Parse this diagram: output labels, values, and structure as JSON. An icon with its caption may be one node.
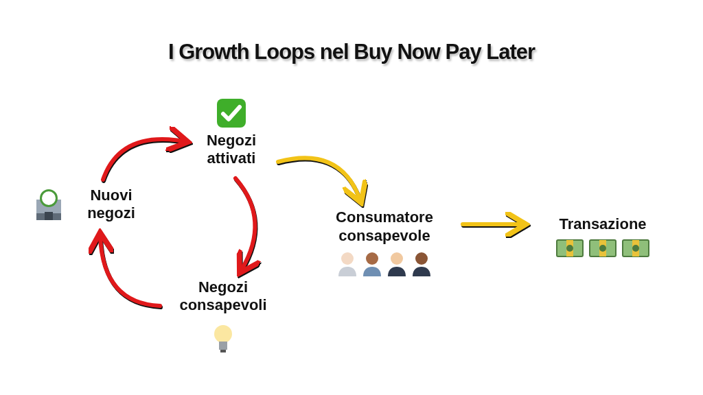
{
  "diagram": {
    "title": "I Growth Loops nel Buy Now Pay Later",
    "nodes": [
      {
        "text": [
          "Nuovi negozi"
        ]
      },
      {
        "text": [
          "Negozi attivati"
        ]
      },
      {
        "text": [
          "Negozi consapevoli"
        ]
      },
      {
        "text": [
          "Consumatore consapevole"
        ]
      },
      {
        "text": [
          "Transazione"
        ]
      }
    ],
    "edges": [
      {
        "from": 0,
        "to": 1,
        "arrow": "to"
      },
      {
        "from": 1,
        "to": 2,
        "arrow": "to"
      },
      {
        "from": 2,
        "to": 0,
        "arrow": "to"
      },
      {
        "from": 1,
        "to": 3,
        "arrow": "to",
        "color": "#f2c318"
      },
      {
        "from": 3,
        "to": 4,
        "arrow": "to",
        "color": "#f2c318"
      }
    ]
  }
}
